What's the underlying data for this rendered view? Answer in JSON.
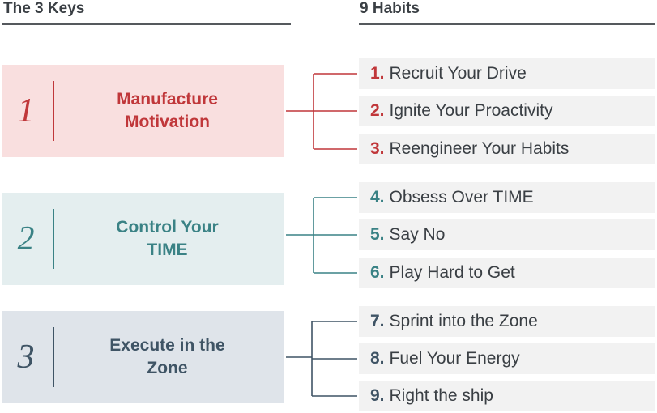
{
  "headers": {
    "keys": "The 3 Keys",
    "habits": "9 Habits"
  },
  "keys": [
    {
      "number": "1",
      "title": "Manufacture\nMotivation",
      "accent": "#c0373a",
      "background": "#f9dfdf",
      "habits": [
        {
          "number": "1.",
          "label": "Recruit Your Drive"
        },
        {
          "number": "2.",
          "label": "Ignite Your Proactivity"
        },
        {
          "number": "3.",
          "label": "Reengineer Your Habits"
        }
      ]
    },
    {
      "number": "2",
      "title": "Control Your\nTIME",
      "accent": "#3a8285",
      "background": "#e4eeef",
      "habits": [
        {
          "number": "4.",
          "label": "Obsess Over TIME"
        },
        {
          "number": "5.",
          "label": "Say No"
        },
        {
          "number": "6.",
          "label": "Play Hard to Get"
        }
      ]
    },
    {
      "number": "3",
      "title": "Execute in the\nZone",
      "accent": "#3f5465",
      "background": "#dfe4ea",
      "habits": [
        {
          "number": "7.",
          "label": "Sprint into the Zone"
        },
        {
          "number": "8.",
          "label": "Fuel Your Energy"
        },
        {
          "number": "9.",
          "label": "Right the ship"
        }
      ]
    }
  ]
}
